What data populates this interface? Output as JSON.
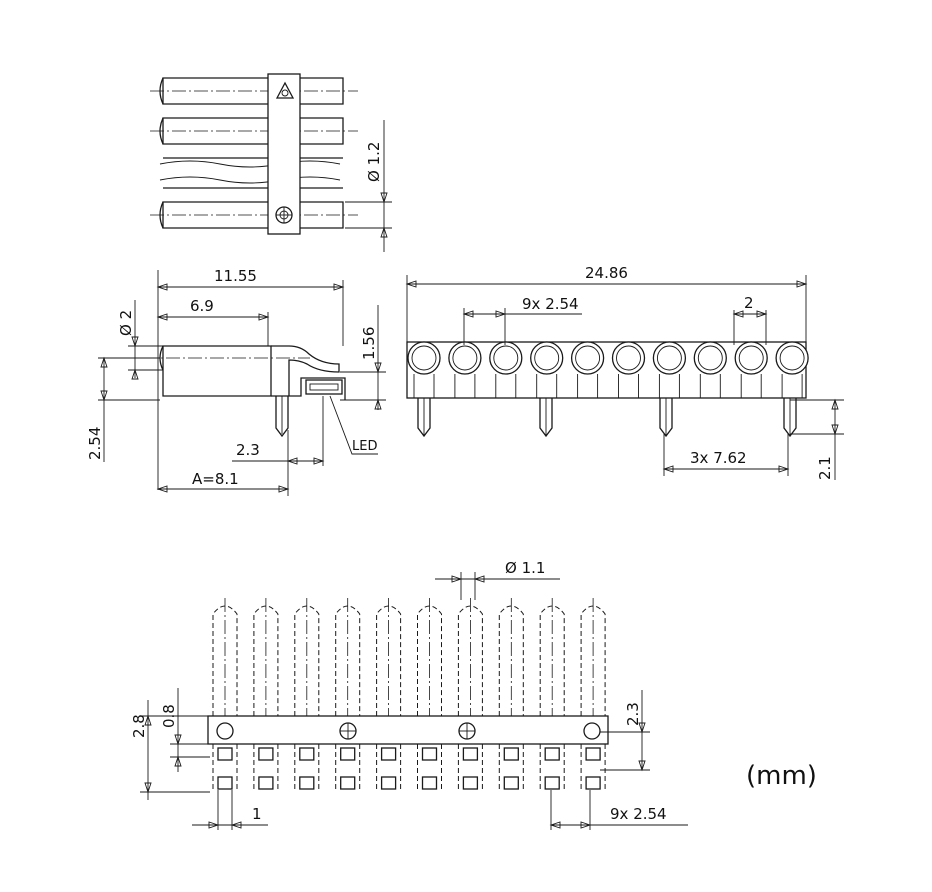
{
  "units": "(mm)",
  "dimensions": {
    "pin_diameter": "Ø 1.2",
    "overall_depth": "11.55",
    "lens_depth": "6.9",
    "lens_diameter": "Ø 2",
    "lens_height": "1.56",
    "row_height": "2.54",
    "led_offset": "2.3",
    "a_length": "A=8.1",
    "led_label": "LED",
    "total_width": "24.86",
    "pitch_top": "9x 2.54",
    "spacing_2": "2",
    "pin_pitch": "3x 7.62",
    "pin_length": "2.1",
    "hole_diameter": "Ø 1.1",
    "dim_2_8": "2.8",
    "dim_0_8": "0.8",
    "dim_2_3": "2.3",
    "dim_1": "1",
    "pitch_bottom": "9x 2.54"
  }
}
